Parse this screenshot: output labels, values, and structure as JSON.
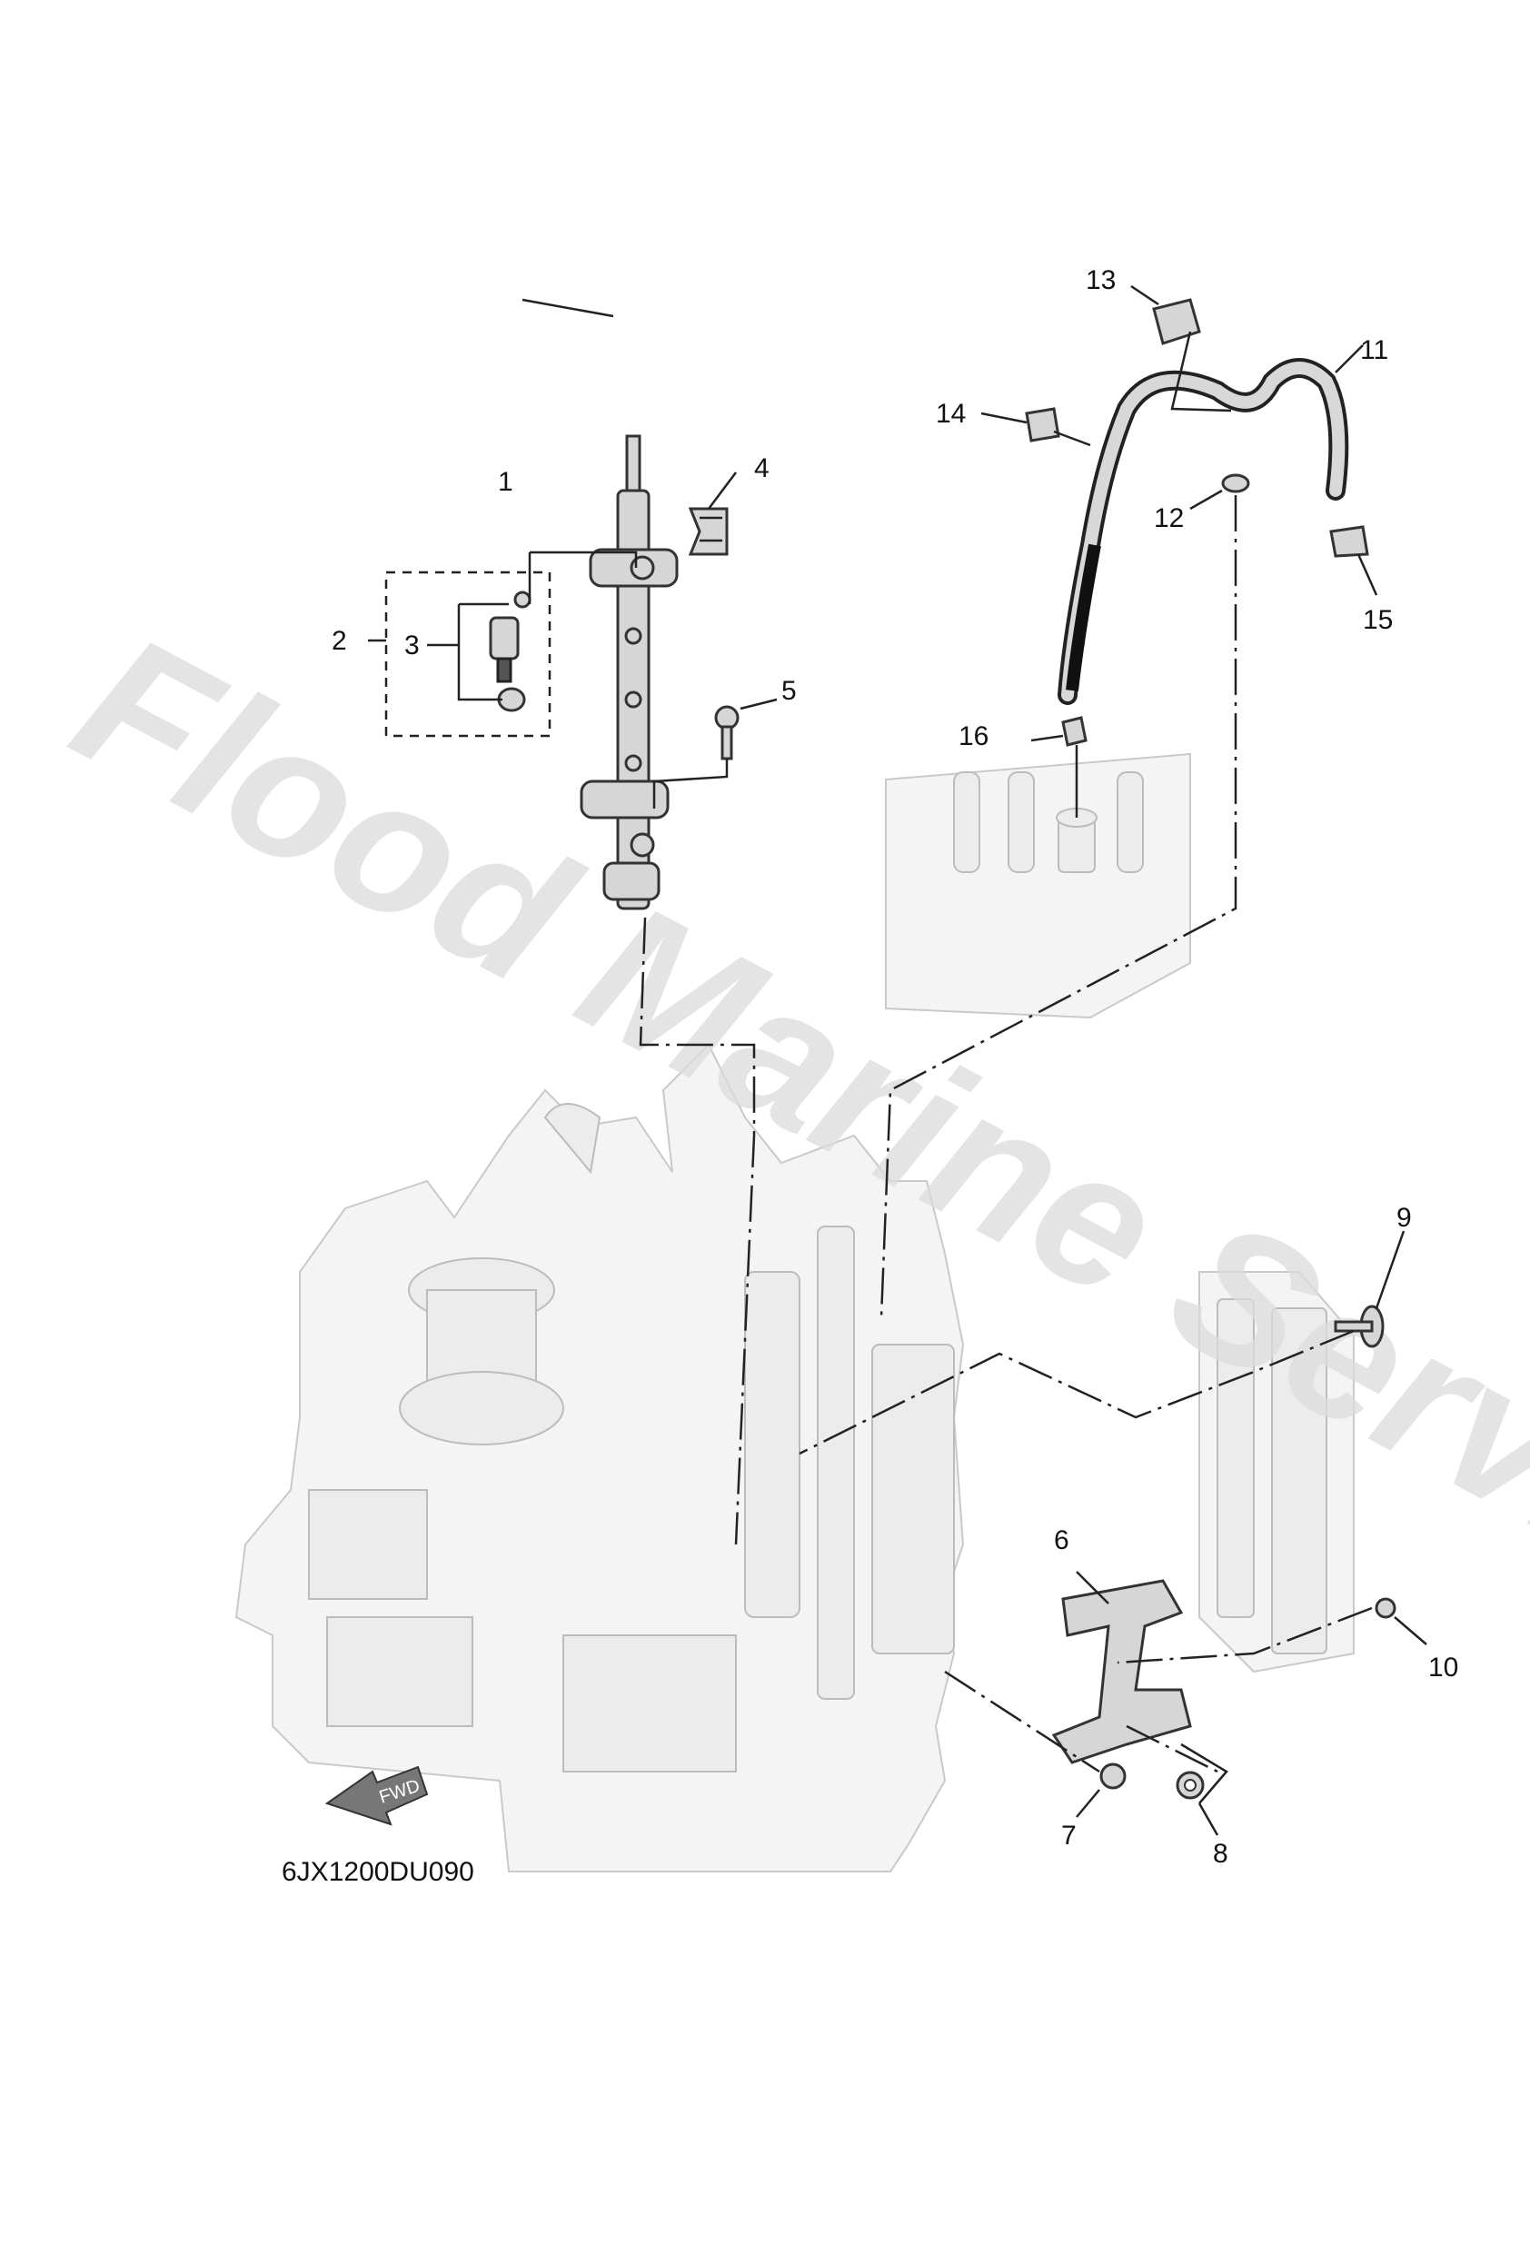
{
  "diagram": {
    "drawing_code": "6JX1200DU090",
    "watermark": "Flood Marine Services",
    "direction_badge": "FWD",
    "callouts": [
      "1",
      "2",
      "3",
      "4",
      "5",
      "6",
      "7",
      "8",
      "9",
      "10",
      "11",
      "12",
      "13",
      "14",
      "15",
      "16"
    ]
  }
}
